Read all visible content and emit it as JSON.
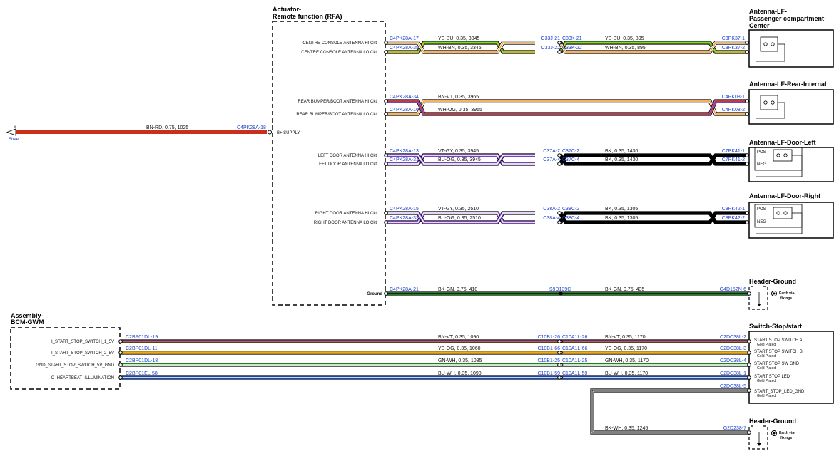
{
  "components": {
    "rfa": {
      "title_line1": "Actuator-",
      "title_line2": "Remote function (RFA)"
    },
    "ant_center": {
      "title_line1": "Antenna-LF-",
      "title_line2": "Passenger compartment-",
      "title_line3": "Center"
    },
    "ant_rear": {
      "title": "Antenna-LF-Rear-Internal"
    },
    "ant_door_left": {
      "title": "Antenna-LF-Door-Left",
      "pos": "POS",
      "neg": "NEG"
    },
    "ant_door_right": {
      "title": "Antenna-LF-Door-Right",
      "pos": "POS",
      "neg": "NEG"
    },
    "header_ground_1": {
      "title": "Header-Ground",
      "earth_line1": "Earth via-",
      "earth_line2": "fixings"
    },
    "bcm": {
      "title_line1": "Assembly-",
      "title_line2": "BCM-GWM"
    },
    "switch": {
      "title": "Switch-Stop/start"
    },
    "header_ground_2": {
      "title": "Header-Ground",
      "earth_line1": "Earth via-",
      "earth_line2": "fixings"
    }
  },
  "supply": {
    "arrow_letter": "A",
    "sheet_ref": "Sheet1",
    "wire": "BN-RD,  0.75,  1025",
    "connector": "C4PK28A-18",
    "signal": "B+ SUPPLY",
    "color": "#c8301a"
  },
  "circuits": [
    {
      "signal": "CENTRE CONSOLE ANTENNA HI Ckt",
      "c1": "C4PK28A-17",
      "w1": "YE-BU,  0.35,  3345",
      "c2": "C33J-21",
      "c3": "C33K-21",
      "w2": "YE-BU,  0.35,  895",
      "c4": "C3PK37-1"
    },
    {
      "signal": "CENTRE CONSOLE ANTENNA LO Ckt",
      "c1": "C4PK28A-35",
      "w1": "WH-BN,  0.35,  3345",
      "c2": "C33J-22",
      "c3": "C33K-22",
      "w2": "WH-BN,  0.35,  895",
      "c4": "C3PK37-2"
    },
    {
      "signal": "REAR BUMPER/BOOT ANTENNA HI Ckt",
      "c1": "C4PK28A-34",
      "w1": "BN-VT,  0.35,  3965",
      "c4": "C4PK08-1"
    },
    {
      "signal": "REAR BUMPER/BOOT ANTENNA LO Ckt",
      "c1": "C4PK28A-16",
      "w1": "WH-OG,  0.35,  3965",
      "c4": "C4PK08-2"
    },
    {
      "signal": "LEFT DOOR ANTENNA HI Ckt",
      "c1": "C4PK28A-13",
      "w1": "VT-GY,  0.35,  3945",
      "c2": "C37A-2",
      "c3": "C37C-2",
      "w2": "BK,  0.35,  1430",
      "c4": "C7PK41-1"
    },
    {
      "signal": "LEFT DOOR ANTENNA LO Ckt",
      "c1": "C4PK28A-31",
      "w1": "BU-OG,  0.35,  3945",
      "c2": "C37A-4",
      "c3": "C37C-4",
      "w2": "BK,  0.35,  1430",
      "c4": "C7PK41-2"
    },
    {
      "signal": "RIGHT DOOR ANTENNA HI Ckt",
      "c1": "C4PK28A-15",
      "w1": "VT-GY,  0.35,  2510",
      "c2": "C38A-2",
      "c3": "C38C-2",
      "w2": "BK,  0.35,  1305",
      "c4": "C8PK42-1"
    },
    {
      "signal": "RIGHT DOOR ANTENNA LO Ckt",
      "c1": "C4PK28A-33",
      "w1": "BU-OG,  0.35,  2510",
      "c2": "C38A-4",
      "c3": "C38C-4",
      "w2": "BK,  0.35,  1305",
      "c4": "C8PK42-2"
    }
  ],
  "ground_circuit": {
    "signal": "Ground",
    "c1": "C4PK28A-21",
    "w1": "BK-GN,  0.75,  410",
    "splice": "S9D139C",
    "w2": "BK-GN,  0.75,  435",
    "c4": "G4D152N-6"
  },
  "bcm_circuits": [
    {
      "signal": "I_START_STOP_SWITCH_1_5V",
      "c1": "C2BP01DL-19",
      "w1": "BN-VT,  0.35,  1090",
      "c2": "C10B1-26",
      "c3": "C10A1L-26",
      "w2": "BN-VT,  0.35,  1170",
      "c4": "C2DC38L-2",
      "dest": "START STOP SWITCH A",
      "plating": "Gold Plated"
    },
    {
      "signal": "I_START_STOP_SWITCH_2_5V",
      "c1": "C2BP01DL-11",
      "w1": "YE-OG,  0.35,  1060",
      "c2": "C10B1-66",
      "c3": "C10A1L-66",
      "w2": "YE-OG,  0.35,  1170",
      "c4": "C2DC38L-3",
      "dest": "START STOP SWITCH B",
      "plating": "Gold Plated"
    },
    {
      "signal": "GND_START_STOP_SWITCH_5V_GND",
      "c1": "C2BP01DL-18",
      "w1": "GN-WH,  0.35,  1085",
      "c2": "C10B1-25",
      "c3": "C10A1L-25",
      "w2": "GN-WH,  0.35,  1170",
      "c4": "C2DC38L-4",
      "dest": "START STOP SW GND",
      "plating": "Gold Plated"
    },
    {
      "signal": "O_HEARTBEAT_ILLUMINATION",
      "c1": "C2BP01EL-58",
      "w1": "BU-WH,  0.35,  1090",
      "c2": "C10B1-59",
      "c3": "C10A1L-59",
      "w2": "BU-WH,  0.35,  1170",
      "c4": "C2DC38L-1",
      "dest": "START STOP LED",
      "plating": "Gold Plated"
    }
  ],
  "switch_ground": {
    "c4": "C2DC38L-5",
    "dest": "START_STOP_LED_GND",
    "plating": "Gold Plated",
    "wire": "BK-WH,  0.35,  1245",
    "c_ground": "G2D238-7"
  },
  "colors": {
    "connector_text": "#1a3fd1",
    "red": "#c8301a",
    "yellow": "#f0c020",
    "blue": "#1f5fe0",
    "brown": "#8b4a1c",
    "white": "#ffffff",
    "violet": "#9a5fe0",
    "grey": "#9a9a9a",
    "orange": "#f59a20",
    "black": "#000000",
    "green": "#2fa82f"
  }
}
